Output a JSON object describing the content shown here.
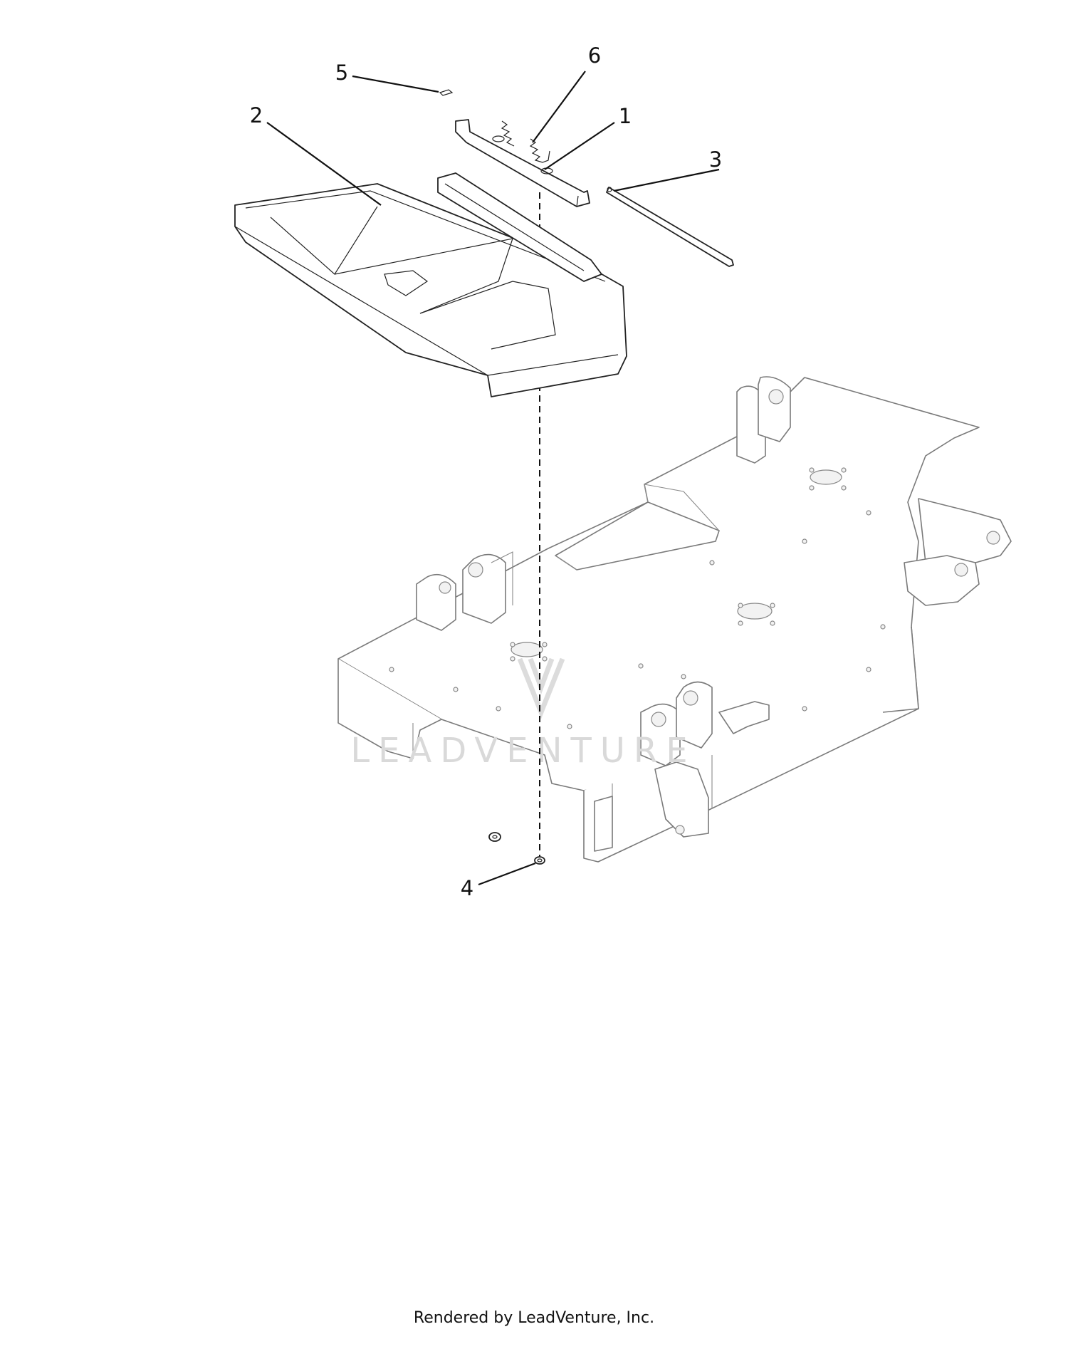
{
  "callouts": [
    {
      "id": "1",
      "label": "1"
    },
    {
      "id": "2",
      "label": "2"
    },
    {
      "id": "3",
      "label": "3"
    },
    {
      "id": "4",
      "label": "4"
    },
    {
      "id": "5",
      "label": "5"
    },
    {
      "id": "6",
      "label": "6"
    }
  ],
  "watermark": {
    "text": "LEADVENTURE",
    "icon": "leadventure-logo-icon"
  },
  "footer": {
    "text": "Rendered by LeadVenture, Inc."
  },
  "colors": {
    "line": "#222222",
    "deck_line": "#7a7a7a",
    "watermark": "#d9d9d9"
  }
}
